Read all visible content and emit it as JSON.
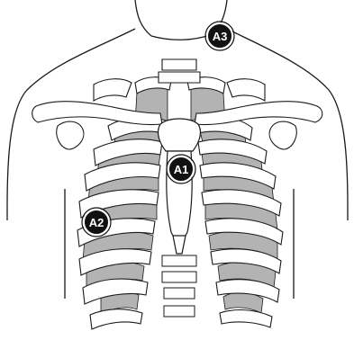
{
  "diagram": {
    "markers": [
      {
        "id": "a1",
        "label": "A1"
      },
      {
        "id": "a2",
        "label": "A2"
      },
      {
        "id": "a3",
        "label": "A3"
      }
    ]
  },
  "colors": {
    "outline": "#1a1a1a",
    "bone_fill": "#ffffff",
    "intercostal_fill": "#b3b3b3",
    "marker_fill": "#111111",
    "marker_ring": "#ffffff",
    "marker_text": "#ffffff"
  }
}
